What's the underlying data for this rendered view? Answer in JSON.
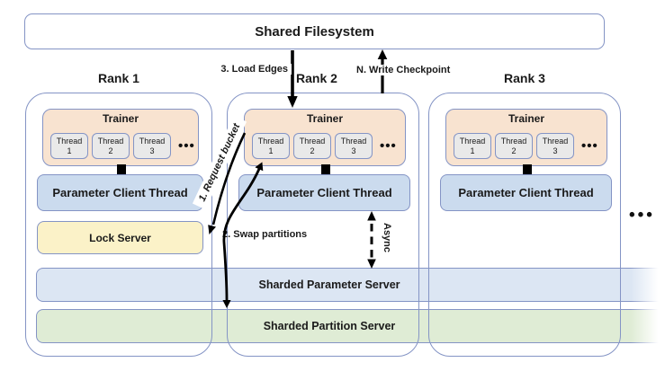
{
  "diagram": {
    "shared_filesystem_label": "Shared Filesystem",
    "ranks": [
      {
        "label": "Rank 1"
      },
      {
        "label": "Rank 2"
      },
      {
        "label": "Rank 3"
      }
    ],
    "boxes": {
      "trainer": "Trainer",
      "parameter_client_thread": "Parameter Client Thread",
      "lock_server": "Lock Server",
      "sharded_parameter_server": "Sharded Parameter Server",
      "sharded_partition_server": "Sharded Partition Server"
    },
    "threads": [
      {
        "line1": "Thread",
        "line2": "1"
      },
      {
        "line1": "Thread",
        "line2": "2"
      },
      {
        "line1": "Thread",
        "line2": "3"
      }
    ],
    "arrow_labels": {
      "load_edges": "3. Load Edges",
      "write_checkpoint": "N. Write Checkpoint",
      "request_bucket": "1. Request bucket",
      "swap_partitions": "2. Swap partitions",
      "async": "Async"
    },
    "ellipsis": "•••",
    "outer_ellipsis": "•••",
    "colors": {
      "border_blue": "#8494c5",
      "trainer_fill": "#f8e3d0",
      "thread_fill": "#e9e9e9",
      "client_thread_fill": "#cbdbee",
      "lock_server_fill": "#fbf2c8",
      "parameter_server_fill": "#dce6f3",
      "partition_server_fill": "#dfecd5",
      "arrow_black": "#000000"
    }
  }
}
